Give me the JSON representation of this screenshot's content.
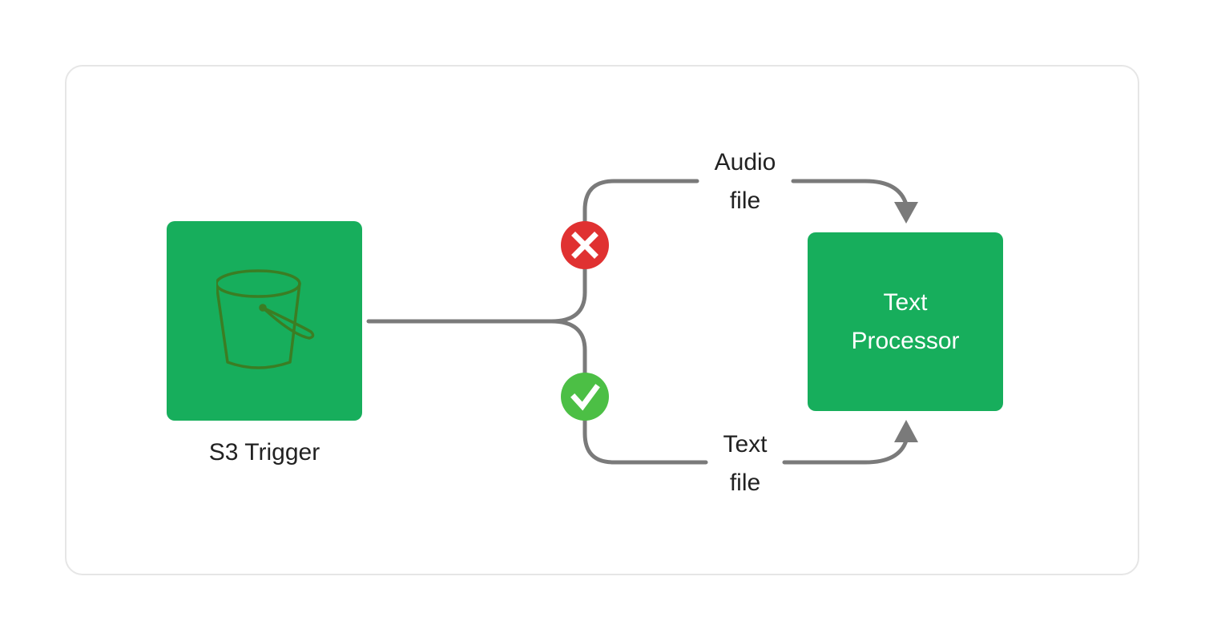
{
  "nodes": {
    "source": {
      "label": "S3 Trigger",
      "icon": "bucket-icon"
    },
    "target": {
      "label": "Text Processor"
    }
  },
  "edges": {
    "rejected": {
      "label": "Audio file",
      "status": "x-icon"
    },
    "accepted": {
      "label": "Text file",
      "status": "check-icon"
    }
  },
  "colors": {
    "node_fill": "#17ae5c",
    "connector": "#7a7a7a",
    "reject": "#e03131",
    "accept": "#4cbf45",
    "bucket_stroke": "#3b7d23"
  }
}
